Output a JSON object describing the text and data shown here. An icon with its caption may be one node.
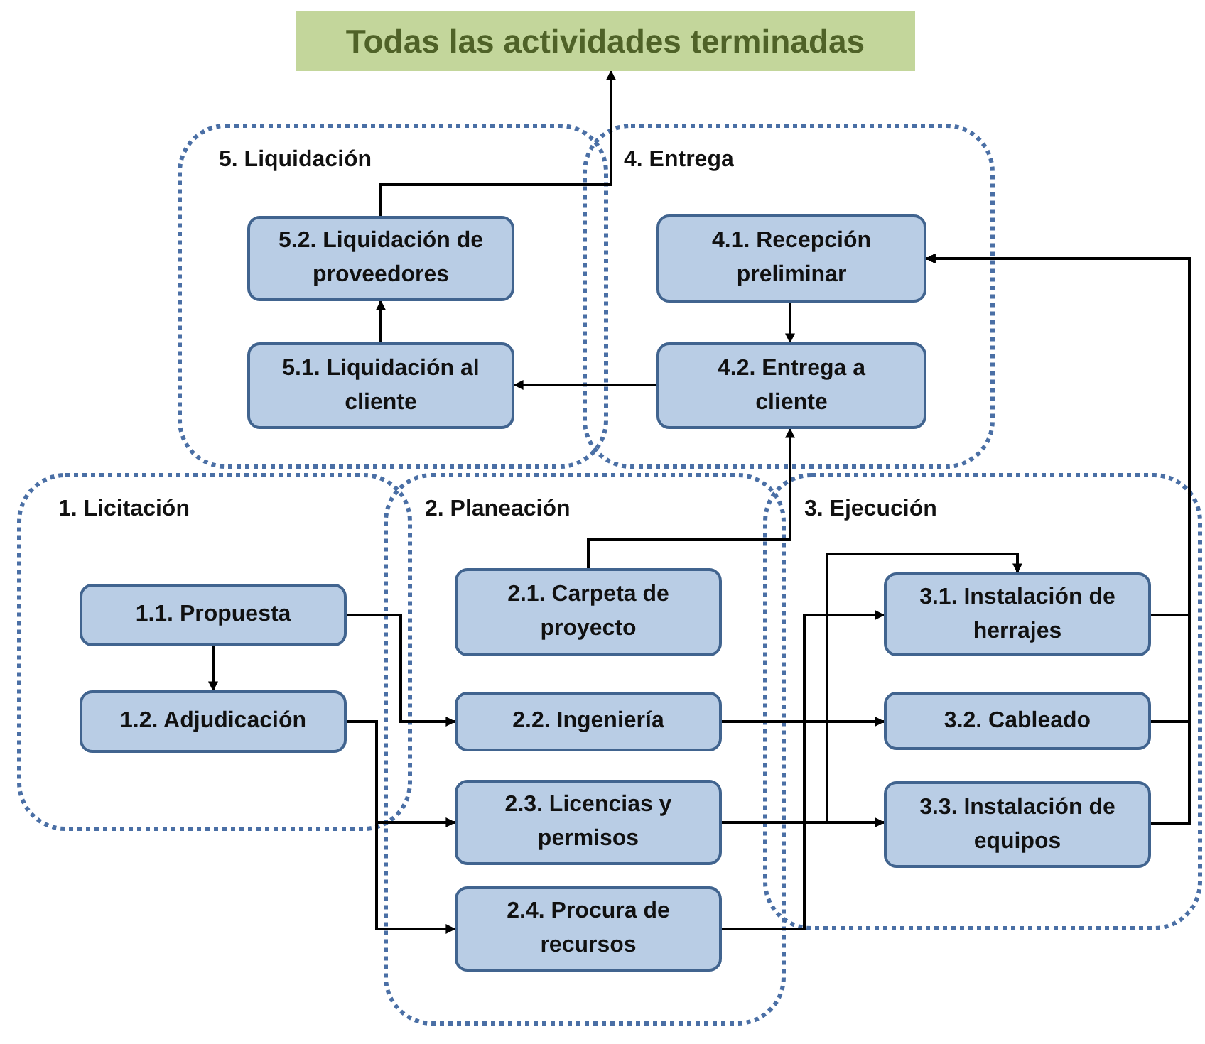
{
  "diagram": {
    "nodes": [
      {
        "text": [
          "Todas las actividades terminadas"
        ]
      },
      {
        "text": [
          "5. Liquidación"
        ]
      },
      {
        "text": [
          "5.2. Liquidación de proveedores"
        ],
        "in": 1
      },
      {
        "text": [
          "5.1. Liquidación al cliente"
        ],
        "in": 1
      },
      {
        "text": [
          "4. Entrega"
        ]
      },
      {
        "text": [
          "4.1. Recepción preliminar"
        ],
        "in": 4
      },
      {
        "text": [
          "4.2. Entrega a cliente"
        ],
        "in": 4
      },
      {
        "text": [
          "1. Licitación"
        ]
      },
      {
        "text": [
          "1.1. Propuesta"
        ],
        "in": 7
      },
      {
        "text": [
          "1.2. Adjudicación"
        ],
        "in": 7
      },
      {
        "text": [
          "2. Planeación"
        ]
      },
      {
        "text": [
          "2.1. Carpeta de proyecto"
        ],
        "in": 10
      },
      {
        "text": [
          "2.2. Ingeniería"
        ],
        "in": 10
      },
      {
        "text": [
          "2.3. Licencias y permisos"
        ],
        "in": 10
      },
      {
        "text": [
          "2.4. Procura de recursos"
        ],
        "in": 10
      },
      {
        "text": [
          "3. Ejecución"
        ]
      },
      {
        "text": [
          "3.1. Instalación de herrajes"
        ],
        "in": 15
      },
      {
        "text": [
          "3.2. Cableado"
        ],
        "in": 15
      },
      {
        "text": [
          "3.3. Instalación de equipos"
        ],
        "in": 15
      }
    ],
    "edges": [
      {
        "from": 8,
        "to": 9,
        "arrow": "to"
      },
      {
        "from": 8,
        "to": 12,
        "arrow": "to"
      },
      {
        "from": 9,
        "to": 13,
        "arrow": "to"
      },
      {
        "from": 9,
        "to": 14,
        "arrow": "to"
      },
      {
        "from": 11,
        "to": 6,
        "arrow": "to"
      },
      {
        "from": 12,
        "to": 17,
        "arrow": "to"
      },
      {
        "from": 13,
        "to": 18,
        "arrow": "to"
      },
      {
        "from": 13,
        "to": 16,
        "arrow": "to"
      },
      {
        "from": 14,
        "to": 16,
        "arrow": "to"
      },
      {
        "from": 16,
        "to": 5,
        "arrow": "to"
      },
      {
        "from": 17,
        "to": 5,
        "arrow": "to"
      },
      {
        "from": 18,
        "to": 5,
        "arrow": "to"
      },
      {
        "from": 5,
        "to": 6,
        "arrow": "to"
      },
      {
        "from": 6,
        "to": 3,
        "arrow": "to"
      },
      {
        "from": 3,
        "to": 2,
        "arrow": "to"
      },
      {
        "from": 2,
        "to": 0,
        "arrow": "to"
      }
    ]
  }
}
